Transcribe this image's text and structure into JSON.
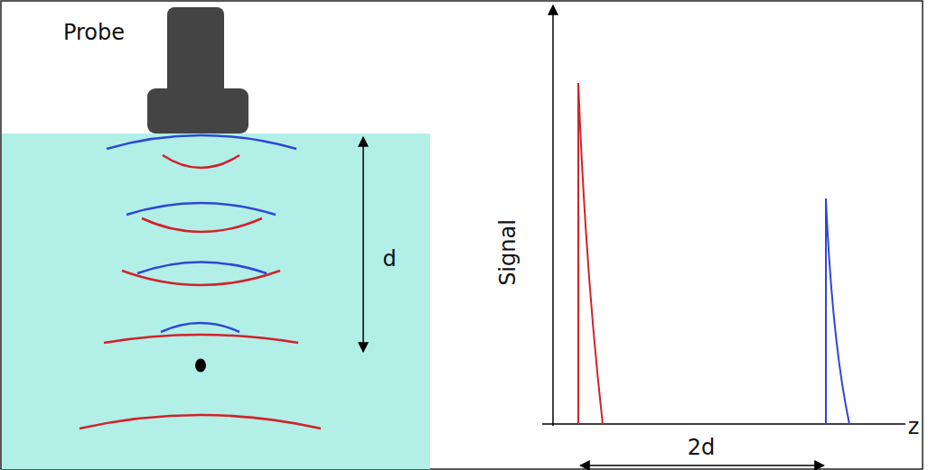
{
  "diagram": {
    "labels": [
      "Probe",
      "d",
      "Signal",
      "2d",
      "z"
    ]
  }
}
